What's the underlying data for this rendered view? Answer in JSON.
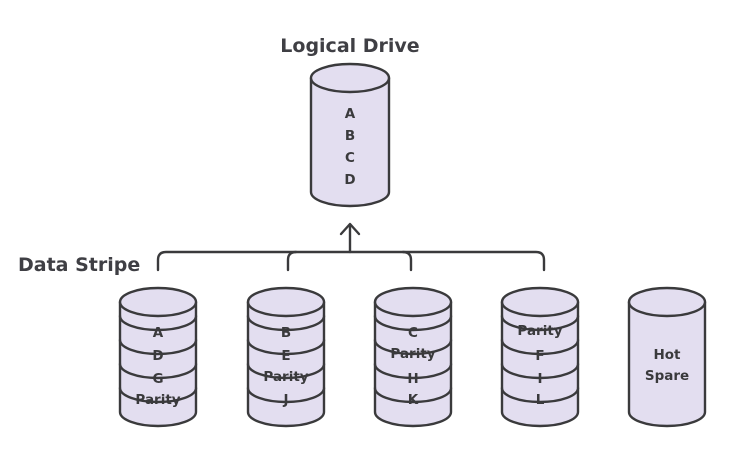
{
  "title": "Logical Drive",
  "stripe_label": "Data Stripe",
  "logical_drive": {
    "blocks": [
      "A",
      "B",
      "C",
      "D"
    ]
  },
  "disks": [
    {
      "blocks": [
        "A",
        "D",
        "G",
        "Parity"
      ]
    },
    {
      "blocks": [
        "B",
        "E",
        "Parity",
        "J"
      ]
    },
    {
      "blocks": [
        "C",
        "Parity",
        "H",
        "K"
      ]
    },
    {
      "blocks": [
        "Parity",
        "F",
        "I",
        "L"
      ]
    }
  ],
  "hot_spare": {
    "label_line1": "Hot",
    "label_line2": "Spare"
  },
  "colors": {
    "disk_fill": "#e3def0",
    "stroke": "#3a3a3c",
    "text": "#3f3f44"
  }
}
